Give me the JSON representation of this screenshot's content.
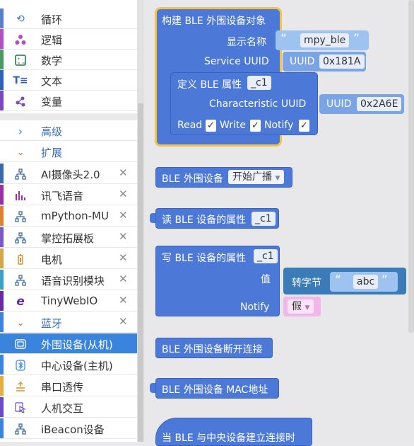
{
  "sidebar": {
    "categories": [
      {
        "label": "循环",
        "color": "#5b80c9",
        "icon": "loop-icon",
        "closable": false
      },
      {
        "label": "逻辑",
        "color": "#b24fc2",
        "icon": "logic-icon",
        "closable": false
      },
      {
        "label": "数学",
        "color": "#4a9a63",
        "icon": "calculator-icon",
        "closable": false
      },
      {
        "label": "文本",
        "color": "#2f62bd",
        "icon": "text-icon",
        "closable": false
      },
      {
        "label": "变量",
        "color": "#7a49bf",
        "icon": "variable-icon",
        "closable": false
      }
    ],
    "advanced": {
      "label": "高级"
    },
    "extension": {
      "label": "扩展"
    },
    "extensions": [
      {
        "label": "AI摄像头2.0",
        "color": "#3c6aa8",
        "icon": "network-icon",
        "closable": true
      },
      {
        "label": "讯飞语音",
        "color": "#9c2fa8",
        "icon": "bar-chart-icon",
        "closable": true
      },
      {
        "label": "mPython-MU",
        "color": "#e08030",
        "icon": "network-icon",
        "closable": true
      },
      {
        "label": "掌控拓展板",
        "color": "#7a5ac8",
        "icon": "network-icon",
        "closable": true
      },
      {
        "label": "电机",
        "color": "#d4a64a",
        "icon": "battery-icon",
        "closable": true
      },
      {
        "label": "语音识别模块",
        "color": "#3aa0c8",
        "icon": "network-icon",
        "closable": true
      },
      {
        "label": "TinyWebIO",
        "color": "#6a2aa8",
        "icon": "globe-icon",
        "closable": true
      }
    ],
    "bluetooth": {
      "label": "蓝牙",
      "closable": true
    },
    "bt_items": [
      {
        "label": "外围设备(从机)",
        "color": "#3a84dd",
        "icon": "device-icon",
        "selected": true
      },
      {
        "label": "中心设备(主机)",
        "color": "#3a84dd",
        "icon": "bluetooth-icon",
        "selected": false
      },
      {
        "label": "串口透传",
        "color": "#e3b040",
        "icon": "upload-icon",
        "selected": false
      },
      {
        "label": "人机交互",
        "color": "#6a4ac8",
        "icon": "touch-icon",
        "selected": false
      },
      {
        "label": "iBeacon设备",
        "color": "#3a84dd",
        "icon": "network-icon",
        "selected": false
      }
    ]
  },
  "blocks": {
    "construct": {
      "title": "构建 BLE 外围设备对象",
      "name_label": "显示名称",
      "name_value": "mpy_ble",
      "service_label": "Service UUID",
      "uuid_label": "UUID",
      "service_value": "0x181A"
    },
    "define_attr": {
      "title": "定义 BLE 属性",
      "var": "_c1",
      "char_label": "Characteristic UUID",
      "uuid_label": "UUID",
      "char_value": "0x2A6E",
      "read": "Read",
      "write": "Write",
      "notify": "Notify",
      "check": "✓"
    },
    "advertise": {
      "label": "BLE 外围设备",
      "value": "开始广播"
    },
    "read_attr": {
      "label": "读 BLE 设备的属性",
      "var": "_c1"
    },
    "write_attr": {
      "label": "写 BLE 设备的属性",
      "var": "_c1",
      "value_label": "值",
      "to_bytes": "转字节",
      "text": "abc",
      "notify_label": "Notify",
      "notify_value": "假"
    },
    "disconnect": {
      "label": "BLE 外围设备断开连接"
    },
    "mac": {
      "label": "BLE 外围设备 MAC地址"
    },
    "on_connect": {
      "label": "当 BLE 与中央设备建立连接时"
    }
  },
  "colors": {
    "block": "#4c78d8",
    "selected": "#3a84dd",
    "highlight": "#f2c34a"
  }
}
